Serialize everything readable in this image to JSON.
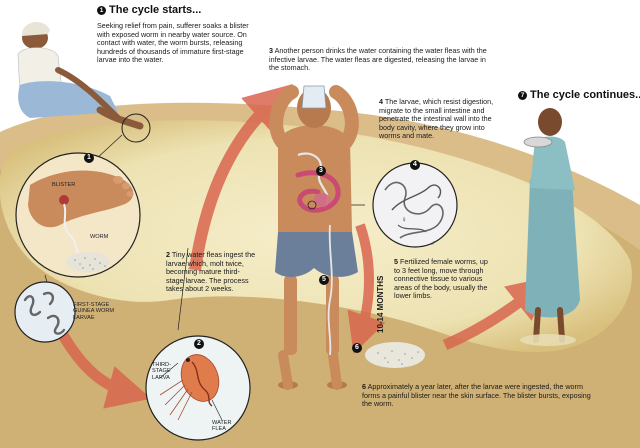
{
  "headings": {
    "start": "The cycle starts...",
    "continues": "The cycle continues..."
  },
  "badges": {
    "start": "1",
    "continues": "7"
  },
  "steps": {
    "s1": "Seeking relief from pain, sufferer soaks a blister with exposed worm in nearby water source. On contact with water, the worm bursts, releasing hundreds of thousands of immature first-stage larvae into the water.",
    "s2_num": "2",
    "s2": "Tiny water fleas ingest the larvae which, molt twice, becoming mature third-stage larvae. The process takes about 2 weeks.",
    "s3_num": "3",
    "s3": "Another person drinks the water containing the water fleas with the infective larvae. The water fleas are digested, releasing the larvae in the stomach.",
    "s4_num": "4",
    "s4": "The larvae, which resist digestion, migrate to the small intestine and penetrate the intestinal wall into the body cavity, where they grow into worms and mate.",
    "s5_num": "5",
    "s5": "Fertilized female worms, up to 3 feet long, move through connective tissue to various areas of the body, usually the lower limbs.",
    "s6_num": "6",
    "s6": "Approximately a year later, after the larvae were ingested, the worm forms a painful blister near the skin surface. The blister bursts, exposing the worm."
  },
  "labels": {
    "blister": "BLISTER",
    "worm": "WORM",
    "first_stage": "FIRST-STAGE GUINEA WORM LARVAE",
    "third_stage": "THIRD-STAGE LARVA",
    "water_flea": "WATER FLEA",
    "months": "10-14 MONTHS"
  },
  "circle_numbers": {
    "c1": "1",
    "c2": "2",
    "c3": "3",
    "c4": "4",
    "c5": "5",
    "c6": "6"
  },
  "colors": {
    "water": "#ede2b2",
    "mud": "#c9a868",
    "arrow": "#d9664f",
    "skin": "#c98a5c",
    "shorts": "#6b7f9a",
    "drape": "#7fb2b8",
    "intestine": "#c94b74"
  }
}
